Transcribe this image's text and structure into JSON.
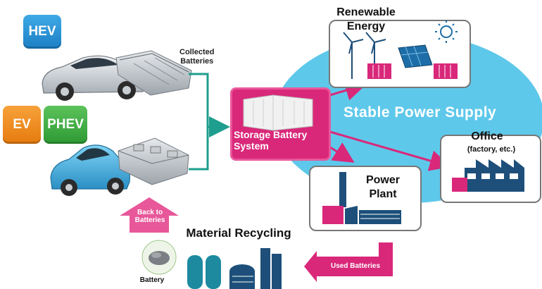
{
  "badges": {
    "hev": "HEV",
    "ev": "EV",
    "phev": "PHEV"
  },
  "collected_batteries": "Collected\nBatteries",
  "storage_battery": "Storage Battery\nSystem",
  "stable_power_supply": "Stable Power Supply",
  "renewable_energy": "Renewable\nEnergy",
  "office": "Office",
  "office_sub": "(factory, etc.)",
  "power_plant": "Power\nPlant",
  "material_recycling": "Material Recycling",
  "used_batteries": "Used Batteries",
  "back_to_batteries": "Back to\nBatteries",
  "battery_label": "Battery",
  "colors": {
    "magenta": "#d9287a",
    "sky": "#5ec8ea",
    "line": "#1e9e8e",
    "dark_blue": "#1d4f7a"
  }
}
